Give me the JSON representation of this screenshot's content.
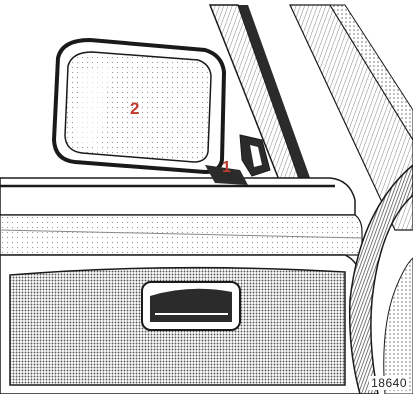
{
  "illustration": {
    "callouts": [
      {
        "id": "mirror-glass",
        "label": "2"
      },
      {
        "id": "adjust-lever",
        "label": "1"
      }
    ],
    "reference_number": "18640"
  },
  "colors": {
    "callout": "#c0392b",
    "ink": "#1a1a1a",
    "screen_dot": "#6e6e6e",
    "background": "#ffffff"
  }
}
